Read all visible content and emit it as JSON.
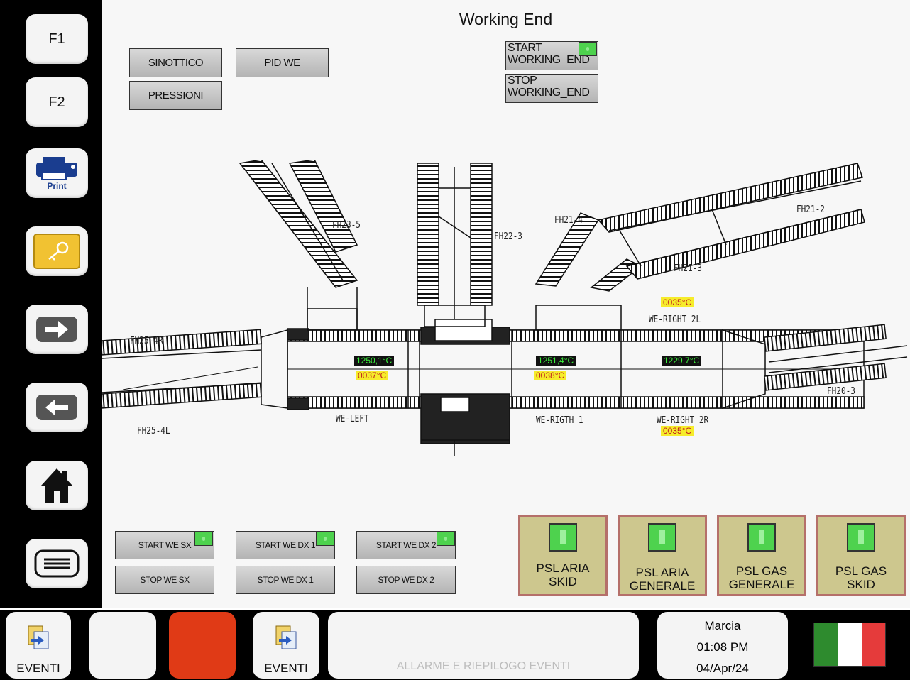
{
  "sidebar": {
    "f1_label": "F1",
    "f2_label": "F2",
    "print_label": "Print"
  },
  "main": {
    "title": "Working End",
    "nav_buttons": {
      "sinottico": "SINOTTICO",
      "pid_we": "PID WE",
      "pressioni": "PRESSIONI"
    },
    "start_working_end": "START\nWORKING_END",
    "stop_working_end": "STOP\nWORKING_END",
    "labels": {
      "fh23_5": "FH23-5",
      "fh22_3": "FH22-3",
      "fh21_4": "FH21-4",
      "fh21_2": "FH21-2",
      "fh21_3": "FH21-3",
      "fh25_4r": "FH25-4R",
      "fh25_4l": "FH25-4L",
      "fh20_3": "FH20-3",
      "we_left": "WE-LEFT",
      "we_rigth_1": "WE-RIGTH 1",
      "we_right_2l": "WE-RIGHT 2L",
      "we_right_2r": "WE-RIGHT 2R"
    },
    "readings": {
      "temp_left": "1250,1°C",
      "temp_right1": "1251,4°C",
      "temp_right2": "1229,7°C",
      "press_left": "0037°C",
      "press_right1": "0038°C",
      "press_right2l": "0035°C",
      "press_right2r": "0035°C"
    },
    "control_buttons": {
      "start_we_sx": "START WE SX",
      "start_we_dx1": "START WE DX 1",
      "start_we_dx2": "START WE DX 2",
      "stop_we_sx": "STOP WE SX",
      "stop_we_dx1": "STOP WE DX 1",
      "stop_we_dx2": "STOP WE DX 2"
    },
    "psl": {
      "aria_skid": "PSL ARIA\nSKID",
      "aria_generale": "PSL ARIA\nGENERALE",
      "gas_generale": "PSL GAS\nGENERALE",
      "gas_skid": "PSL GAS\nSKID"
    },
    "colors": {
      "indicator_on": "#4ed24e",
      "alarm_red": "#e03a16",
      "temp_text": "#3cf03c",
      "press_bg": "#f6ec2b"
    }
  },
  "bottom": {
    "eventi_1": "EVENTI",
    "eventi_2": "EVENTI",
    "alarm_summary": "ALLARME E RIEPILOGO EVENTI",
    "status": "Marcia",
    "time": "01:08 PM",
    "date": "04/Apr/24",
    "language": "Italian flag"
  }
}
